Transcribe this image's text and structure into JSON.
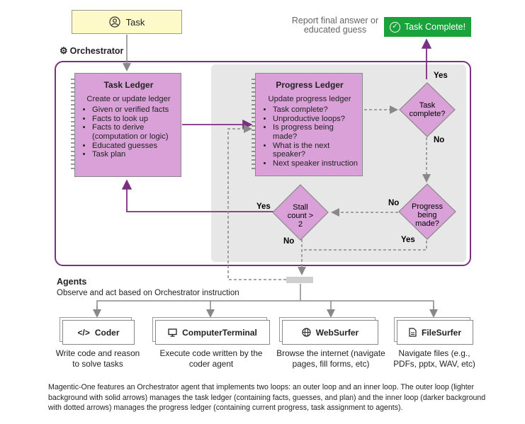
{
  "task": {
    "label": "Task"
  },
  "orchestrator": {
    "label": "Orchestrator"
  },
  "task_ledger": {
    "title": "Task Ledger",
    "subtitle": "Create or update ledger",
    "items": [
      "Given or verified facts",
      "Facts to look up",
      "Facts to derive (computation or logic)",
      "Educated guesses",
      "Task plan"
    ]
  },
  "progress_ledger": {
    "title": "Progress Ledger",
    "subtitle": "Update progress ledger",
    "items": [
      "Task complete?",
      "Unproductive loops?",
      "Is progress being made?",
      "What is the next speaker?",
      "Next speaker instruction"
    ]
  },
  "decisions": {
    "task_complete": [
      "Task",
      "complete?"
    ],
    "progress": [
      "Progress",
      "being",
      "made?"
    ],
    "stall": [
      "Stall",
      "count >",
      "2"
    ]
  },
  "edge_labels": {
    "yes": "Yes",
    "no": "No"
  },
  "report": {
    "text_line1": "Report final answer or",
    "text_line2": "educated guess"
  },
  "complete": {
    "label": "Task Complete!"
  },
  "agents_section": {
    "title": "Agents",
    "subtitle": "Observe and act based on Orchestrator instruction"
  },
  "agents": [
    {
      "name": "Coder",
      "icon": "code-icon",
      "desc_line1": "Write code and reason",
      "desc_line2": "to solve tasks"
    },
    {
      "name": "ComputerTerminal",
      "icon": "monitor-icon",
      "desc_line1": "Execute code written by the",
      "desc_line2": "coder agent"
    },
    {
      "name": "WebSurfer",
      "icon": "globe-icon",
      "desc_line1": "Browse the internet (navigate",
      "desc_line2": "pages, fill forms, etc)"
    },
    {
      "name": "FileSurfer",
      "icon": "file-icon",
      "desc_line1": "Navigate files (e.g.,",
      "desc_line2": "PDFs, pptx, WAV, etc)"
    }
  ],
  "caption": "Magentic-One features an Orchestrator agent that implements two loops: an outer loop and an inner loop. The outer loop (lighter background with solid arrows) manages the task ledger (containing facts, guesses, and plan) and the inner loop (darker background with dotted arrows) manages the progress ledger (containing current progress, task assignment to agents).",
  "colors": {
    "outer_loop": "#7b2f80",
    "ledger_fill": "#d9a1d8",
    "task_fill": "#fdf9c8",
    "complete_fill": "#1aa33a",
    "inner_bg": "#e7e7e7"
  }
}
